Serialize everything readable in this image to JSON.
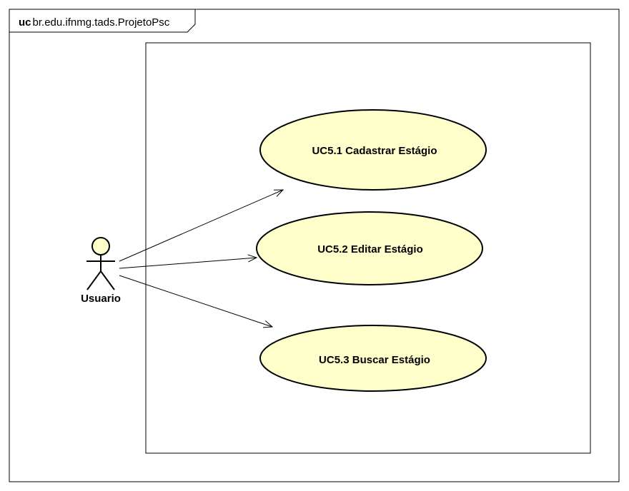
{
  "frame": {
    "kind": "uc",
    "name": "br.edu.ifnmg.tads.ProjetoPsc"
  },
  "actor": {
    "name": "Usuario"
  },
  "use_cases": [
    {
      "label": "UC5.1 Cadastrar Estágio"
    },
    {
      "label": "UC5.2 Editar Estágio"
    },
    {
      "label": "UC5.3 Buscar Estágio"
    }
  ],
  "colors": {
    "use_case_fill": "#FFFFCC",
    "actor_head_fill": "#FFFFCC",
    "stroke": "#000000",
    "background": "#FFFFFF"
  }
}
